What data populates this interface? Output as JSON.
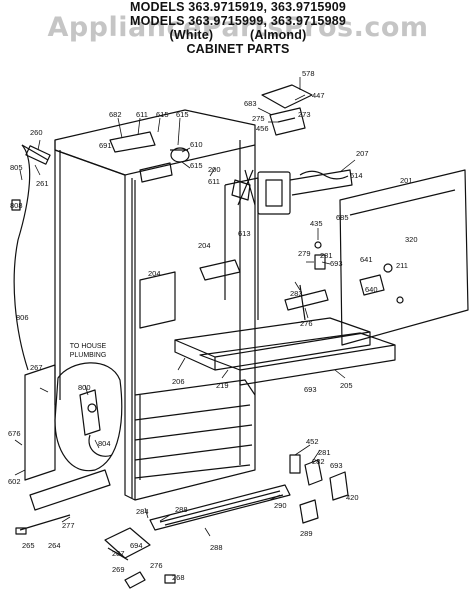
{
  "header": {
    "line1": "MODELS 363.9715919, 363.9715909",
    "line2": "MODELS 363.9715999, 363.9715989",
    "line3": "(White)          (Almond)",
    "line4": "CABINET PARTS"
  },
  "watermark": "AppliancePartsPros.com",
  "note": {
    "line1": "TO HOUSE",
    "line2": "PLUMBING"
  },
  "callouts": [
    {
      "id": "578"
    },
    {
      "id": "447"
    },
    {
      "id": "683"
    },
    {
      "id": "275"
    },
    {
      "id": "273"
    },
    {
      "id": "456"
    },
    {
      "id": "682"
    },
    {
      "id": "611"
    },
    {
      "id": "615"
    },
    {
      "id": "615"
    },
    {
      "id": "691"
    },
    {
      "id": "610"
    },
    {
      "id": "615"
    },
    {
      "id": "200"
    },
    {
      "id": "611"
    },
    {
      "id": "613"
    },
    {
      "id": "207"
    },
    {
      "id": "614"
    },
    {
      "id": "685"
    },
    {
      "id": "201"
    },
    {
      "id": "320"
    },
    {
      "id": "641"
    },
    {
      "id": "640"
    },
    {
      "id": "260"
    },
    {
      "id": "261"
    },
    {
      "id": "805"
    },
    {
      "id": "808"
    },
    {
      "id": "806"
    },
    {
      "id": "204"
    },
    {
      "id": "204"
    },
    {
      "id": "435"
    },
    {
      "id": "279"
    },
    {
      "id": "281"
    },
    {
      "id": "693"
    },
    {
      "id": "283"
    },
    {
      "id": "276"
    },
    {
      "id": "211"
    },
    {
      "id": "206"
    },
    {
      "id": "219"
    },
    {
      "id": "205"
    },
    {
      "id": "693"
    },
    {
      "id": "267"
    },
    {
      "id": "800"
    },
    {
      "id": "804"
    },
    {
      "id": "676"
    },
    {
      "id": "602"
    },
    {
      "id": "277"
    },
    {
      "id": "265"
    },
    {
      "id": "264"
    },
    {
      "id": "452"
    },
    {
      "id": "281"
    },
    {
      "id": "693"
    },
    {
      "id": "420"
    },
    {
      "id": "282"
    },
    {
      "id": "284"
    },
    {
      "id": "694"
    },
    {
      "id": "288"
    },
    {
      "id": "290"
    },
    {
      "id": "288"
    },
    {
      "id": "287"
    },
    {
      "id": "289"
    },
    {
      "id": "269"
    },
    {
      "id": "276"
    },
    {
      "id": "268"
    }
  ]
}
